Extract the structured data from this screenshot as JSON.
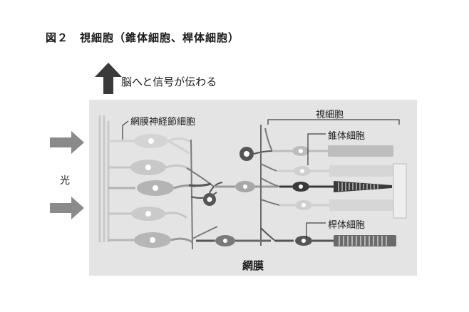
{
  "title": "図２　視細胞（錐体細胞、桿体細胞）",
  "arrow_up_label": "脳へと信号が伝わる",
  "light_label": "光",
  "retina_label": "網膜",
  "labels": {
    "ganglion": "網膜神経節細胞",
    "photoreceptor": "視細胞",
    "cone": "錐体細胞",
    "rod": "桿体細胞"
  },
  "colors": {
    "panel": "#e4e4e4",
    "arrow": "#8a8a8a",
    "dark_arrow": "#3a3a3a",
    "cell_light": "#cfcfcf",
    "cell_mid": "#9a9a9a",
    "cell_dark": "#555555"
  }
}
